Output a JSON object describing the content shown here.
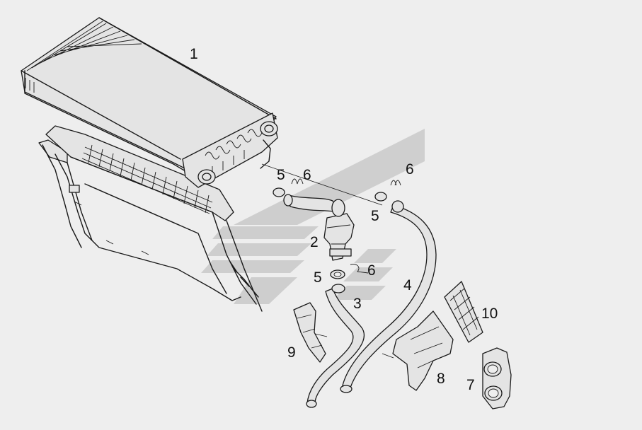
{
  "diagram": {
    "colors": {
      "background": "#eeeeee",
      "line": "#1a1a1a",
      "watermark": "#c9c9c9"
    },
    "callouts": [
      {
        "id": "c1",
        "text": "1"
      },
      {
        "id": "c5a",
        "text": "5"
      },
      {
        "id": "c6a",
        "text": "6"
      },
      {
        "id": "c6b",
        "text": "6"
      },
      {
        "id": "c5b",
        "text": "5"
      },
      {
        "id": "c2",
        "text": "2"
      },
      {
        "id": "c6c",
        "text": "6"
      },
      {
        "id": "c5c",
        "text": "5"
      },
      {
        "id": "c4",
        "text": "4"
      },
      {
        "id": "c3",
        "text": "3"
      },
      {
        "id": "c10",
        "text": "10"
      },
      {
        "id": "c9",
        "text": "9"
      },
      {
        "id": "c8",
        "text": "8"
      },
      {
        "id": "c7",
        "text": "7"
      }
    ]
  }
}
